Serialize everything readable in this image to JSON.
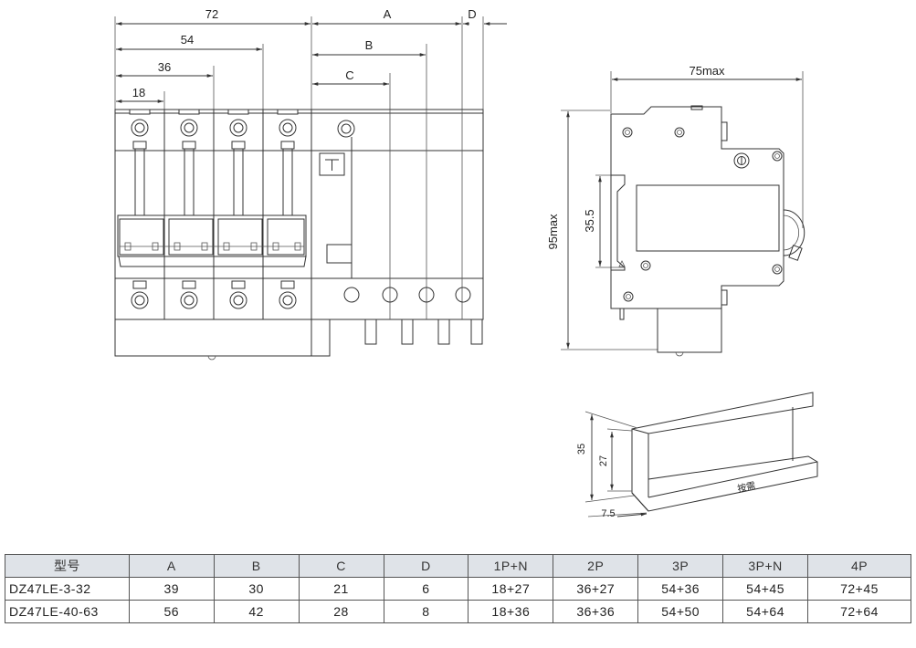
{
  "front_view": {
    "dims": {
      "w72": "72",
      "w54": "54",
      "w36": "36",
      "w18": "18",
      "a": "A",
      "b": "B",
      "c": "C",
      "d": "D"
    }
  },
  "side_view": {
    "dims": {
      "width": "75max",
      "height": "95max",
      "rail": "35.5"
    }
  },
  "rail_view": {
    "dims": {
      "h35": "35",
      "h27": "27",
      "w75": "7.5",
      "length": "按需"
    }
  },
  "table": {
    "headers": [
      "型号",
      "A",
      "B",
      "C",
      "D",
      "1P+N",
      "2P",
      "3P",
      "3P+N",
      "4P"
    ],
    "rows": [
      [
        "DZ47LE-3-32",
        "39",
        "30",
        "21",
        "6",
        "18+27",
        "36+27",
        "54+36",
        "54+45",
        "72+45"
      ],
      [
        "DZ47LE-40-63",
        "56",
        "42",
        "28",
        "8",
        "18+36",
        "36+36",
        "54+50",
        "54+64",
        "72+64"
      ]
    ]
  }
}
